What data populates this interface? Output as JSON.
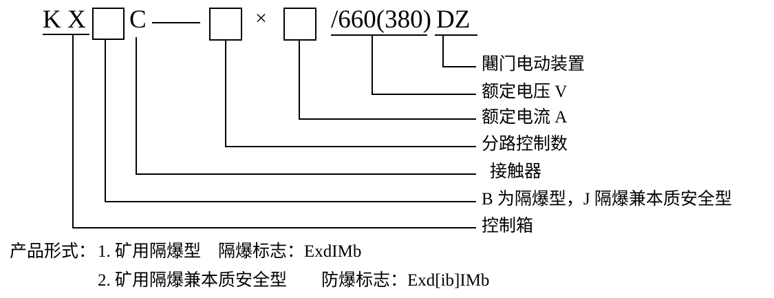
{
  "diagram": {
    "title_code": "KX□C—□×□/660(380)DZ",
    "code_parts": {
      "kx": "K X",
      "c": "C",
      "times": "×",
      "voltage": "/660(380)",
      "dz": "DZ",
      "box_1": "",
      "box_2": "",
      "box_3": ""
    },
    "annotations": [
      {
        "id": "valve-actuator",
        "label": "闀门电动装置"
      },
      {
        "id": "rated-voltage",
        "label": "额定电压 V"
      },
      {
        "id": "rated-current",
        "label": "额定电流 A"
      },
      {
        "id": "branch-count",
        "label": "分路控制数"
      },
      {
        "id": "contactor",
        "label": "接触器"
      },
      {
        "id": "type-code",
        "label": "B 为隔爆型，J 隔爆兼本质安全型"
      },
      {
        "id": "control-box",
        "label": "控制箱"
      }
    ],
    "notes": {
      "prefix": "产品形式：",
      "line1": "1. 矿用隔爆型　隔爆标志：ExdIMb",
      "line2": "2. 矿用隔爆兼本质安全型　　防爆标志：Exd[ib]IMb"
    },
    "colors": {
      "ink": "#000000",
      "background": "#ffffff"
    }
  }
}
